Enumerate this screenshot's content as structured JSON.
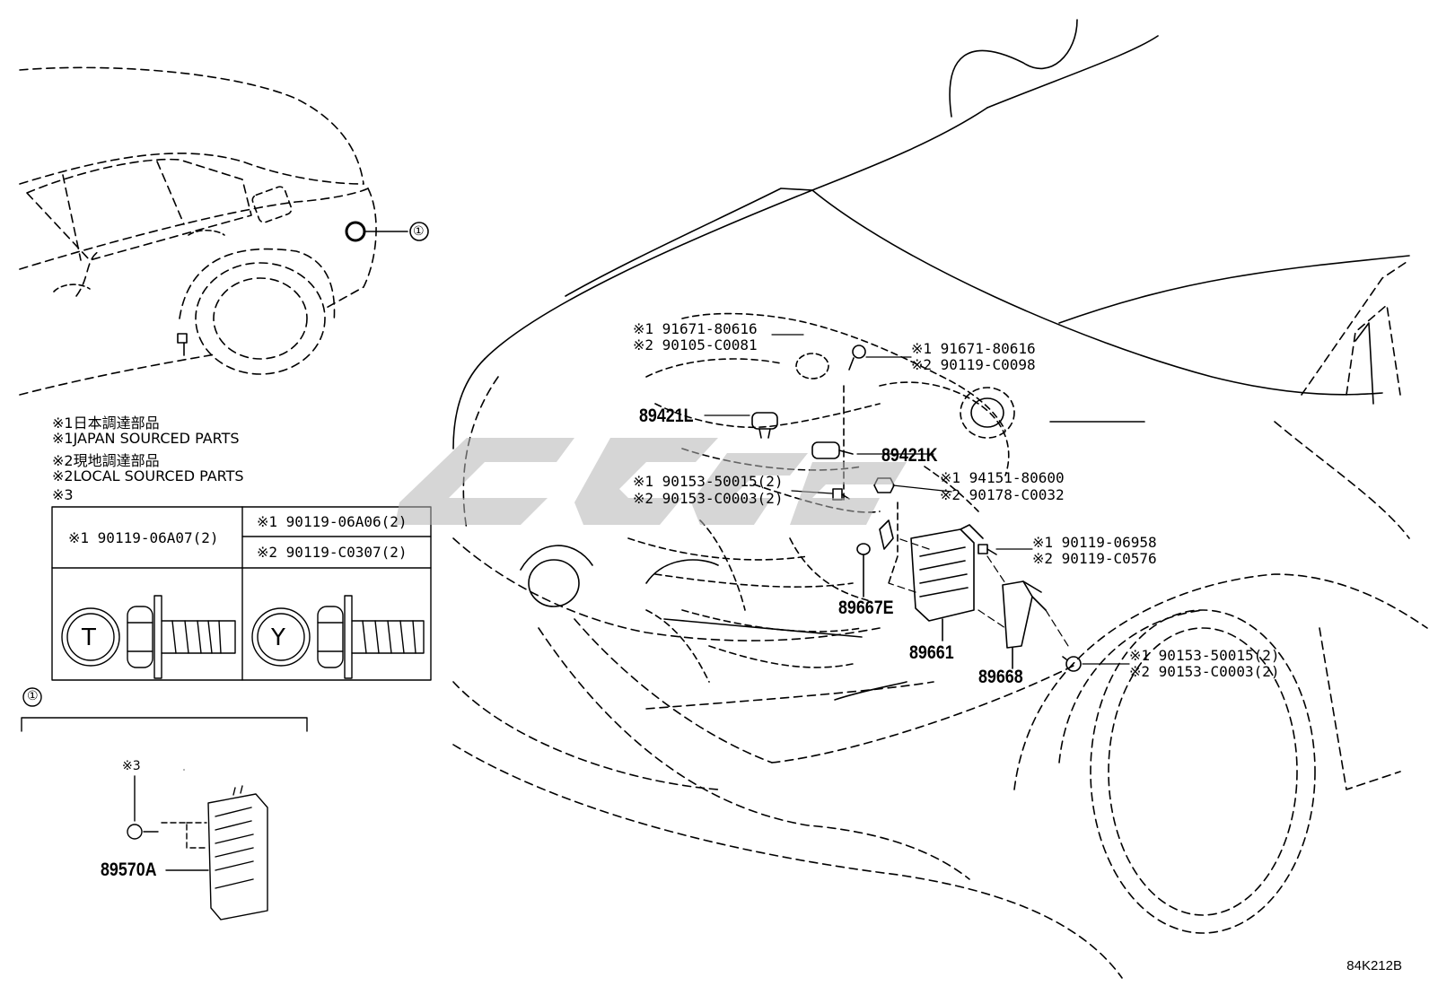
{
  "legend": {
    "line1": "※1日本調達部品",
    "line2": "※1JAPAN SOURCED PARTS",
    "line3": "※2現地調達部品",
    "line4": "※2LOCAL SOURCED PARTS",
    "line5": "※3"
  },
  "bolt_table": {
    "left_header": "※1 90119-06A07(2)",
    "right_header_1": "※1 90119-06A06(2)",
    "right_header_2": "※2 90119-C0307(2)",
    "left_head_mark": "T",
    "right_head_mark": "Y"
  },
  "callout_marker": "①",
  "detail": {
    "marker": "①",
    "note": "※3",
    "part": "89570A"
  },
  "labels": {
    "bolt_tl_1": "※1 91671-80616",
    "bolt_tl_2": "※2 90105-C0081",
    "bolt_tr_1": "※1 91671-80616",
    "bolt_tr_2": "※2 90119-C0098",
    "bolt_ml_1": "※1 90153-50015(2)",
    "bolt_ml_2": "※2 90153-C0003(2)",
    "nut_mr_1": "※1 94151-80600",
    "nut_mr_2": "※2 90178-C0032",
    "bolt_r_1": "※1 90119-06958",
    "bolt_r_2": "※2 90119-C0576",
    "bolt_br_1": "※1 90153-50015(2)",
    "bolt_br_2": "※2 90153-C0003(2)"
  },
  "parts": {
    "p89421L": "89421L",
    "p89421K": "89421K",
    "p89667E": "89667E",
    "p89661": "89661",
    "p89668": "89668"
  },
  "diagram_code": "84K212B"
}
